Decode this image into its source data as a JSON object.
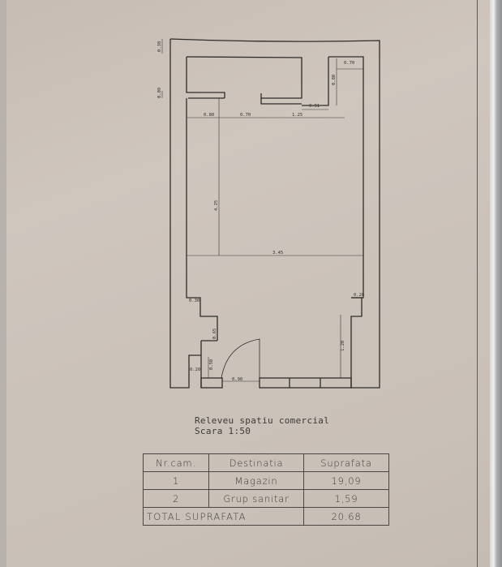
{
  "document": {
    "title": "Releveu spatiu comercial",
    "scale": "Scara 1:50"
  },
  "plan": {
    "dimensions": {
      "top_wall": "0.38",
      "inner_wall": "0.09",
      "right_room_width": "0.70",
      "right_room_depth": "0.80",
      "offset_small": "0.51",
      "left_segment": "0.80",
      "door_opening_top": "0.70",
      "right_segment": "1.25",
      "room_depth": "4.25",
      "room_width": "3.45",
      "left_pillar": "0.30",
      "right_pillar": "0.20",
      "pillar_height": "0.65",
      "step_width": "0.20",
      "step_height": "0.50",
      "door_width": "0.90",
      "right_wall_height": "1.20"
    }
  },
  "table": {
    "headers": [
      "Nr.cam.",
      "Destinatia",
      "Suprafata"
    ],
    "rows": [
      {
        "nr": "1",
        "destinatia": "Magazin",
        "suprafata": "19,09"
      },
      {
        "nr": "2",
        "destinatia": "Grup sanitar",
        "suprafata": "1,59"
      }
    ],
    "total_label": "TOTAL SUPRAFATA",
    "total_value": "20.68"
  }
}
